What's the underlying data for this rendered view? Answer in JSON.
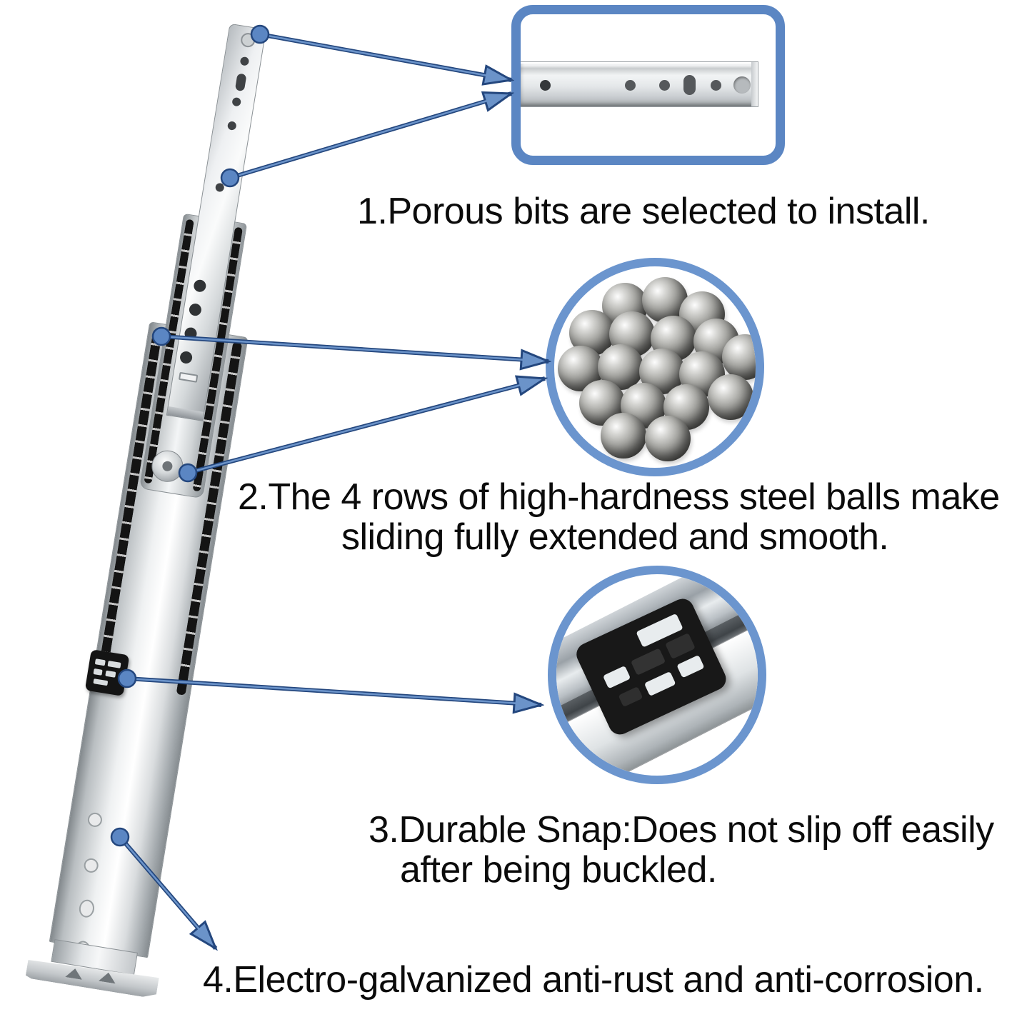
{
  "page": {
    "background": "#ffffff"
  },
  "colors": {
    "accent_blue": "#5b86c3",
    "arrow_outline": "#24477e",
    "text_black": "#0b0b0b"
  },
  "features": [
    {
      "number": "1",
      "lines": [
        "1.Porous bits are selected to install."
      ]
    },
    {
      "number": "2",
      "lines": [
        "2.The 4 rows of high-hardness steel balls make",
        "sliding fully extended and smooth."
      ]
    },
    {
      "number": "3",
      "lines": [
        "3.Durable Snap:Does not slip off easily",
        "after being buckled."
      ]
    },
    {
      "number": "4",
      "lines": [
        "4.Electro-galvanized anti-rust and anti-corrosion."
      ]
    }
  ],
  "callouts": [
    {
      "icon": "porous-rail-closeup"
    },
    {
      "icon": "steel-balls-closeup"
    },
    {
      "icon": "snap-clip-closeup"
    }
  ]
}
